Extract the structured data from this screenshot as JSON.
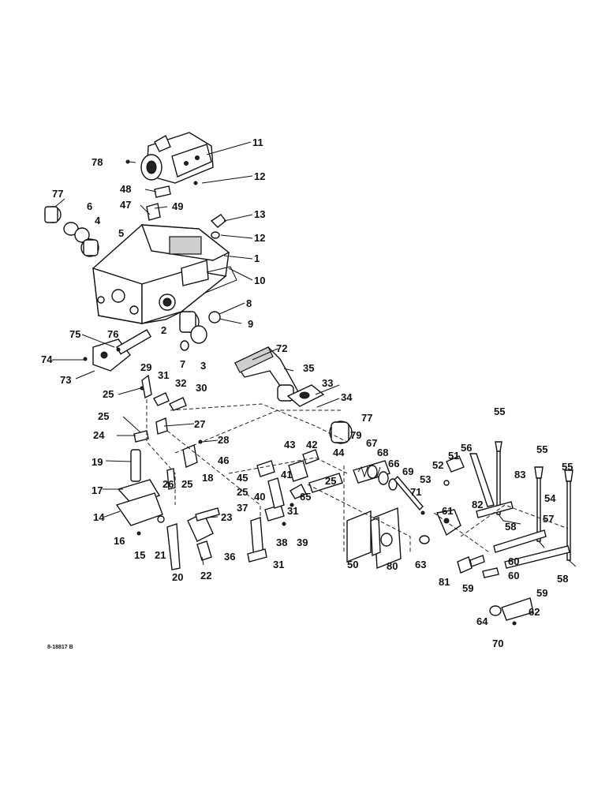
{
  "diagram": {
    "reference_code": "8-18817 B",
    "callouts": [
      {
        "n": "11"
      },
      {
        "n": "78"
      },
      {
        "n": "12"
      },
      {
        "n": "48"
      },
      {
        "n": "49"
      },
      {
        "n": "47"
      },
      {
        "n": "77"
      },
      {
        "n": "6"
      },
      {
        "n": "4"
      },
      {
        "n": "5"
      },
      {
        "n": "13"
      },
      {
        "n": "12"
      },
      {
        "n": "1"
      },
      {
        "n": "10"
      },
      {
        "n": "8"
      },
      {
        "n": "9"
      },
      {
        "n": "75"
      },
      {
        "n": "76"
      },
      {
        "n": "2"
      },
      {
        "n": "7"
      },
      {
        "n": "3"
      },
      {
        "n": "72"
      },
      {
        "n": "74"
      },
      {
        "n": "73"
      },
      {
        "n": "35"
      },
      {
        "n": "29"
      },
      {
        "n": "31"
      },
      {
        "n": "32"
      },
      {
        "n": "30"
      },
      {
        "n": "25"
      },
      {
        "n": "33"
      },
      {
        "n": "34"
      },
      {
        "n": "25"
      },
      {
        "n": "27"
      },
      {
        "n": "24"
      },
      {
        "n": "28"
      },
      {
        "n": "77"
      },
      {
        "n": "79"
      },
      {
        "n": "67"
      },
      {
        "n": "43"
      },
      {
        "n": "42"
      },
      {
        "n": "44"
      },
      {
        "n": "68"
      },
      {
        "n": "66"
      },
      {
        "n": "52"
      },
      {
        "n": "51"
      },
      {
        "n": "56"
      },
      {
        "n": "55"
      },
      {
        "n": "55"
      },
      {
        "n": "55"
      },
      {
        "n": "19"
      },
      {
        "n": "46"
      },
      {
        "n": "18"
      },
      {
        "n": "26"
      },
      {
        "n": "25"
      },
      {
        "n": "45"
      },
      {
        "n": "41"
      },
      {
        "n": "25"
      },
      {
        "n": "69"
      },
      {
        "n": "53"
      },
      {
        "n": "83"
      },
      {
        "n": "17"
      },
      {
        "n": "25"
      },
      {
        "n": "40"
      },
      {
        "n": "65"
      },
      {
        "n": "71"
      },
      {
        "n": "54"
      },
      {
        "n": "57"
      },
      {
        "n": "14"
      },
      {
        "n": "37"
      },
      {
        "n": "23"
      },
      {
        "n": "31"
      },
      {
        "n": "61"
      },
      {
        "n": "82"
      },
      {
        "n": "16"
      },
      {
        "n": "38"
      },
      {
        "n": "39"
      },
      {
        "n": "58"
      },
      {
        "n": "15"
      },
      {
        "n": "21"
      },
      {
        "n": "36"
      },
      {
        "n": "31"
      },
      {
        "n": "63"
      },
      {
        "n": "50"
      },
      {
        "n": "80"
      },
      {
        "n": "60"
      },
      {
        "n": "60"
      },
      {
        "n": "20"
      },
      {
        "n": "22"
      },
      {
        "n": "81"
      },
      {
        "n": "59"
      },
      {
        "n": "58"
      },
      {
        "n": "59"
      },
      {
        "n": "62"
      },
      {
        "n": "64"
      },
      {
        "n": "70"
      }
    ]
  }
}
